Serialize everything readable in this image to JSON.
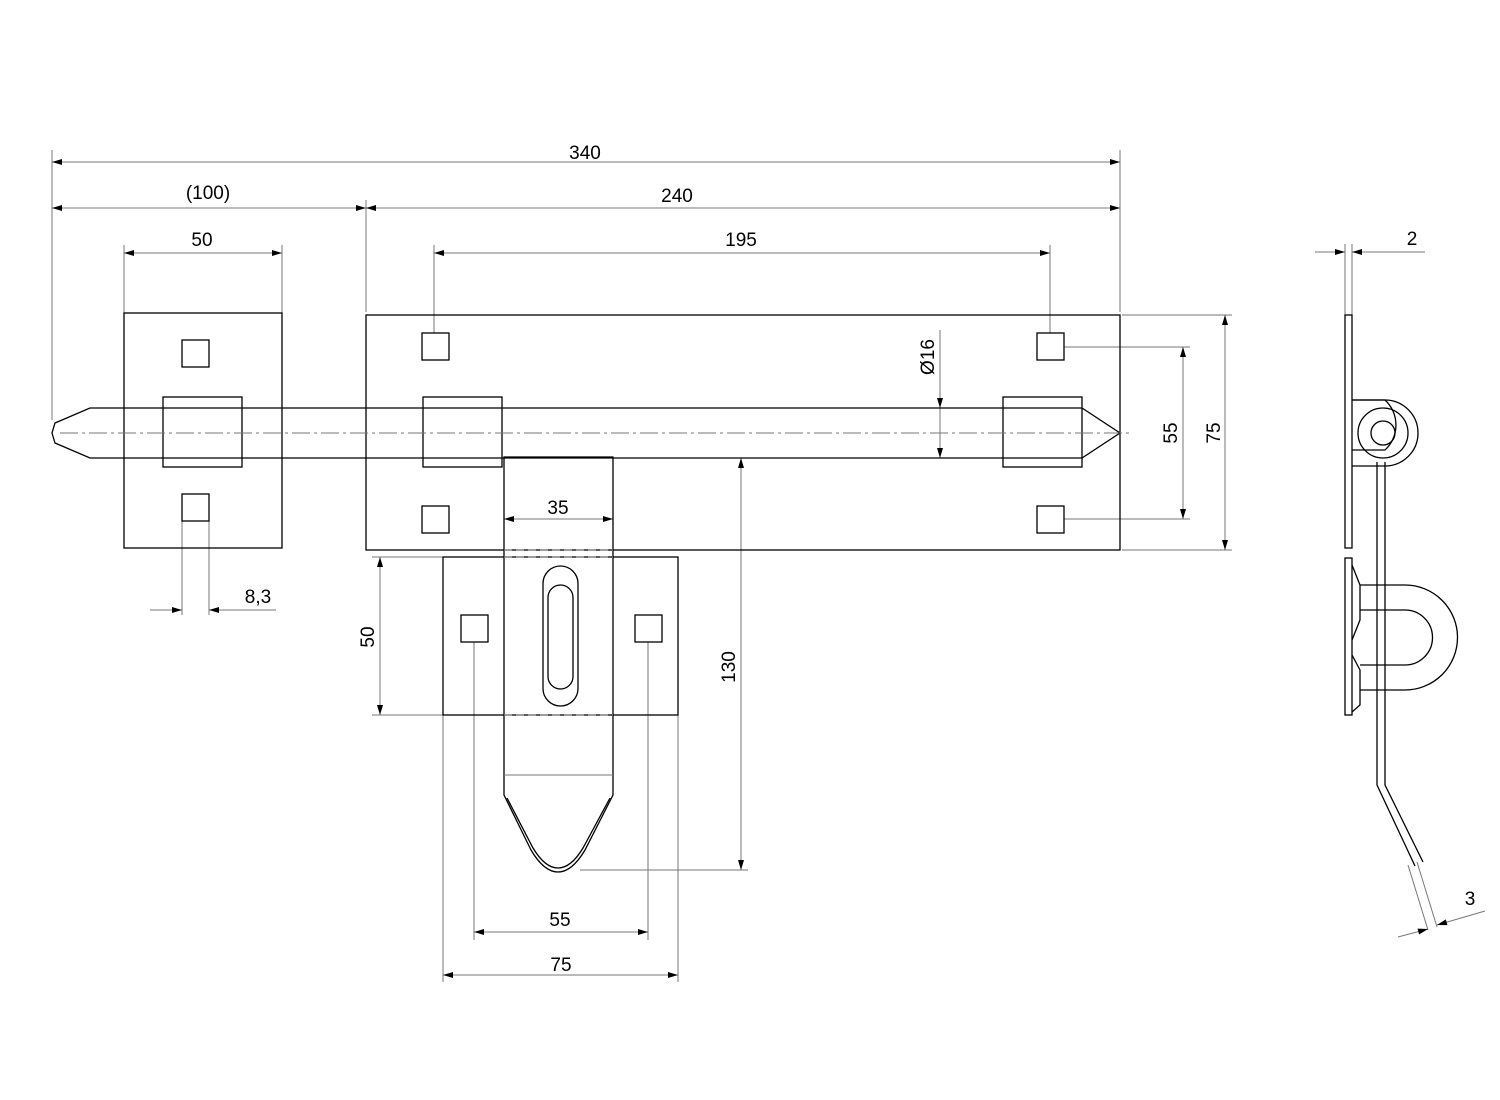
{
  "drawing": {
    "dimensions": {
      "overall_length": "340",
      "bolt_projection": "(100)",
      "plate_length": "240",
      "hole_spacing_long": "195",
      "keeper_width": "50",
      "rod_diameter": "Ø16",
      "hole_spacing_vertical": "55",
      "plate_height": "75",
      "hasp_width": "35",
      "hole_size": "8,3",
      "hasp_plate_height": "50",
      "hasp_length": "130",
      "hasp_hole_spacing": "55",
      "hasp_plate_width": "75",
      "plate_thickness": "2",
      "hasp_thickness": "3"
    }
  }
}
